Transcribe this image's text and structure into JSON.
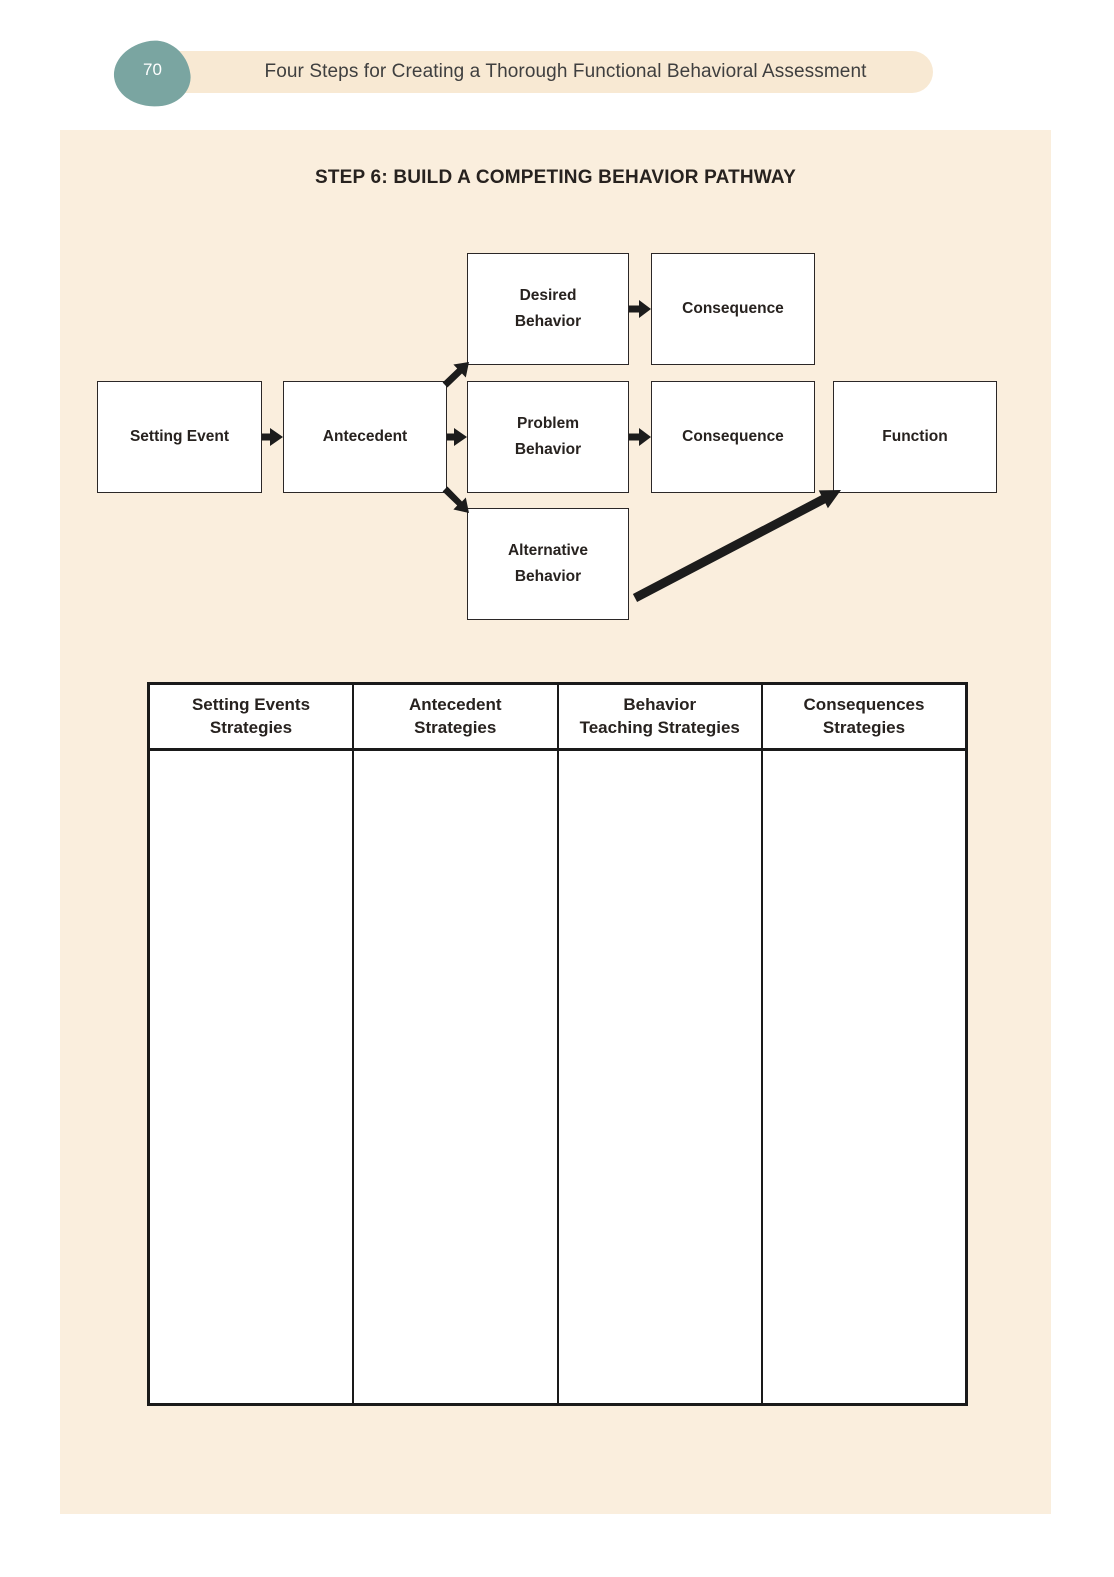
{
  "page": {
    "number": "70"
  },
  "header": {
    "book_title": "Four Steps for Creating a Thorough Functional Behavioral Assessment"
  },
  "section": {
    "title": "STEP 6: BUILD A COMPETING BEHAVIOR PATHWAY"
  },
  "diagram": {
    "boxes": {
      "desired_behavior": "Desired\nBehavior",
      "consequence_top": "Consequence",
      "setting_event": "Setting Event",
      "antecedent": "Antecedent",
      "problem_behavior": "Problem\nBehavior",
      "consequence_mid": "Consequence",
      "function_box": "Function",
      "alternative_behavior": "Alternative\nBehavior"
    },
    "arrows": [
      "setting-event to antecedent",
      "antecedent to desired-behavior",
      "antecedent to problem-behavior",
      "antecedent to alternative-behavior",
      "desired-behavior to consequence",
      "problem-behavior to consequence",
      "alternative-behavior to function"
    ]
  },
  "table": {
    "headers": [
      "Setting Events\nStrategies",
      "Antecedent\nStrategies",
      "Behavior\nTeaching Strategies",
      "Consequences\nStrategies"
    ],
    "rows": [
      [
        "",
        "",
        "",
        ""
      ]
    ]
  },
  "colors": {
    "page_bg": "#ffffff",
    "panel_bg": "#faeedd",
    "pill_bg": "#f8e9d3",
    "badge_bg": "#7aa5a1",
    "badge_text": "#ffffff",
    "ink": "#27221f",
    "header_ink": "#3f3f3f",
    "box_border": "#2b2727",
    "table_border": "#1a1a1a",
    "arrow": "#1c1c1c"
  }
}
